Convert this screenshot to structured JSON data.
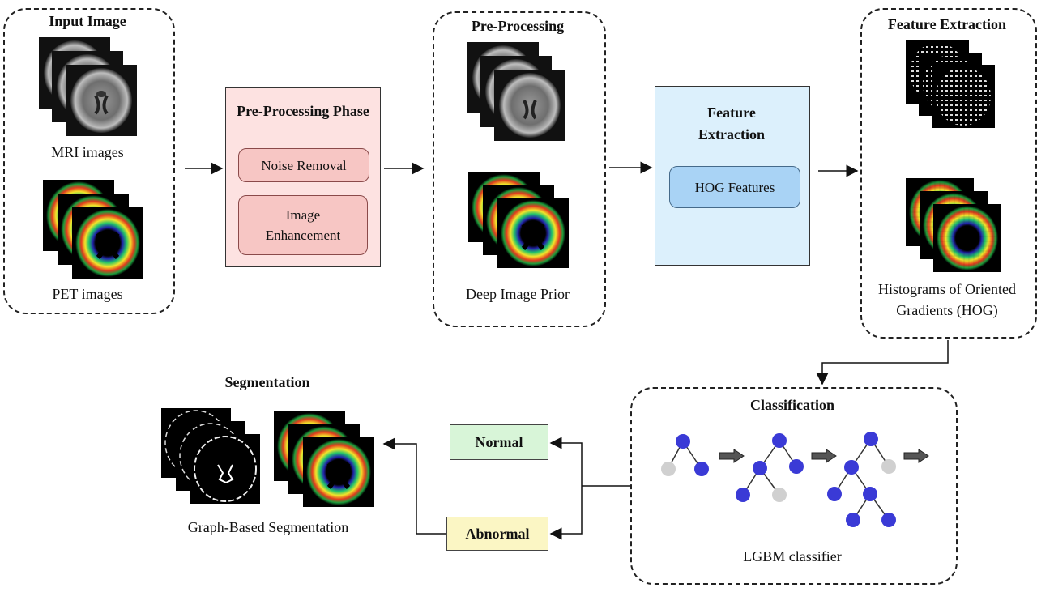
{
  "input_panel": {
    "title": "Input Image",
    "mri_caption": "MRI images",
    "pet_caption": "PET images"
  },
  "preprocessing_phase": {
    "title": "Pre-Processing Phase",
    "items": [
      "Noise Removal",
      "Image Enhancement"
    ]
  },
  "preprocessing_panel": {
    "title": "Pre-Processing",
    "caption": "Deep Image Prior"
  },
  "feature_extraction_box": {
    "title": "Feature Extraction",
    "item": "HOG Features"
  },
  "feature_panel": {
    "title": "Feature Extraction",
    "caption": "Histograms of Oriented Gradients (HOG)"
  },
  "classification_panel": {
    "title": "Classification",
    "caption": "LGBM classifier"
  },
  "outputs": {
    "normal": "Normal",
    "abnormal": "Abnormal"
  },
  "segmentation": {
    "title": "Segmentation",
    "caption": "Graph-Based Segmentation"
  },
  "colors": {
    "preprocessing_fill": "#fde2e1",
    "subbox_fill": "#f7c6c4",
    "feature_fill": "#dcf0fc",
    "hog_box_fill": "#a9d3f5",
    "normal_fill": "#d8f5d8",
    "abnormal_fill": "#fbf6c4",
    "node_blue": "#3a3ad6",
    "node_gray": "#d0d0d0"
  }
}
